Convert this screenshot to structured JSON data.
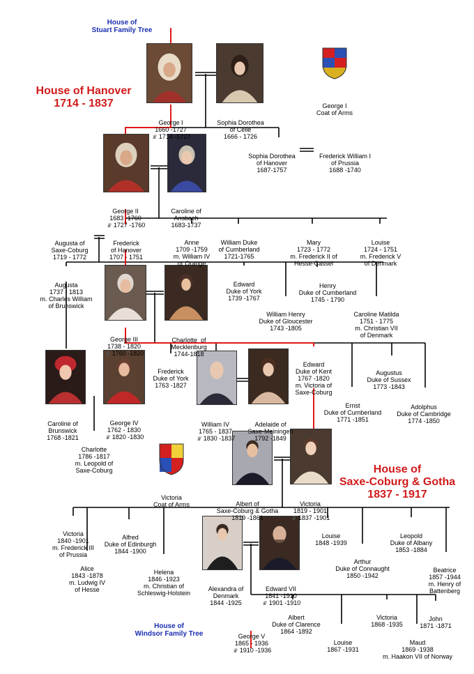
{
  "labels": {
    "stuart": [
      "House of",
      "Stuart Family Tree"
    ],
    "hanover": [
      "House of Hanover",
      "1714 - 1837"
    ],
    "saxe": [
      "House of",
      "Saxe-Coburg & Gotha",
      "1837 - 1917"
    ],
    "windsor": [
      "House of",
      "Windsor Family Tree"
    ]
  },
  "people": {
    "george1": [
      "George I",
      "1660 -1727",
      "1714 -1727"
    ],
    "sophia_celle": [
      "Sophia Dorothea",
      "of Celle",
      "1666 - 1726"
    ],
    "coa1": [
      "George I",
      "Coat of Arms"
    ],
    "sophia_hanover": [
      "Sophia Dorothea",
      "of Hanover",
      "1687-1757"
    ],
    "fw1": [
      "Frederick William I",
      "of Prussia",
      "1688 -1740"
    ],
    "george2": [
      "George II",
      "1683 -1760",
      "1727 -1760"
    ],
    "caroline_ansbach": [
      "Caroline of",
      "Ansbach",
      "1683-1737"
    ],
    "augusta_sc": [
      "Augusta of",
      "Saxe-Coburg",
      "1719 - 1772"
    ],
    "frederick_hanover": [
      "Frederick",
      "of Hanover",
      "1707 - 1751"
    ],
    "anne": [
      "Anne",
      "1709 -1759",
      "m. William IV",
      "or Orange"
    ],
    "william_cumberland": [
      "William Duke",
      "of Cumberland",
      "1721-1765"
    ],
    "mary": [
      "Mary",
      "1723 - 1772",
      "m. Frederick II of",
      "Hesse-Cassel"
    ],
    "louise1": [
      "Louise",
      "1724 - 1751",
      "m. Frederick V",
      "of Denmark"
    ],
    "augusta": [
      "Augusta",
      "1737 - 1813",
      "m. Charles William",
      "of Brunswick"
    ],
    "edward_york": [
      "Edward",
      "Duke of York",
      "1739 -1767"
    ],
    "henry_cumberland": [
      "Henry",
      "Duke of Cumberland",
      "1745 - 1790"
    ],
    "william_henry": [
      "William Henry",
      "Duke of Gloucester",
      "1743 -1805"
    ],
    "caroline_matilda": [
      "Caroline Matilda",
      "1751 - 1775",
      "m. Christian VII",
      "of Denmark"
    ],
    "george3": [
      "George III",
      "1738 - 1820",
      "1760 -1820"
    ],
    "charlotte_meck": [
      "Charlotte  of",
      "Mecklenburg",
      "1744-1818"
    ],
    "frederick_york": [
      "Frederick",
      "Duke of York",
      "1763 -1827"
    ],
    "edward_kent": [
      "Edward",
      "Duke of Kent",
      "1767 -1820",
      "m. Victoria of",
      "Saxe-Coburg"
    ],
    "augustus": [
      "Augustus",
      "Duke of Sussex",
      "1773 -1843"
    ],
    "ernst": [
      "Ernst",
      "Duke of Cumberland",
      "1771 -1851"
    ],
    "adolphus": [
      "Adolphus",
      "Duke of Cambridge",
      "1774 -1850"
    ],
    "caroline_brunswick": [
      "Caroline of",
      "Brunswick",
      "1768 -1821"
    ],
    "george4": [
      "George IV",
      "1762 - 1830",
      "1820 -1830"
    ],
    "charlotte": [
      "Charlotte",
      "1786 -1817",
      "m. Leopold of",
      "Saxe-Coburg"
    ],
    "william4": [
      "William IV",
      "1765 - 1837",
      "1830 -1837"
    ],
    "adelaide": [
      "Adelaide of",
      "Saxe-Meiningen",
      "1792 -1849"
    ],
    "victoria_coa": [
      "Victoria",
      "Coat of Arms"
    ],
    "albert": [
      "Albert of",
      "Saxe-Coburg & Gotha",
      "1819 -1861"
    ],
    "victoria": [
      "Victoria",
      "1819 - 1901",
      "1837 -1901"
    ],
    "victoria_pr": [
      "Victoria",
      "1840 -1901",
      "m. Frederick III",
      "of Prussia"
    ],
    "alfred": [
      "Alfred",
      "Duke of Edinburgh",
      "1844 -1900"
    ],
    "alice": [
      "Alice",
      "1843 -1878",
      "m. Ludwig IV",
      "of Hesse"
    ],
    "helena": [
      "Helena",
      "1846 -1923",
      "m. Christian of",
      "Schleswig-Holstein"
    ],
    "louise2": [
      "Louise",
      "1848 -1939"
    ],
    "leopold": [
      "Leopold",
      "Duke of Albany",
      "1853 -1884"
    ],
    "arthur": [
      "Arthur",
      "Duke of Connaught",
      "1850 -1942"
    ],
    "beatrice": [
      "Beatrice",
      "1857 -1944",
      "m. Henry of",
      "Battenberg"
    ],
    "alexandra": [
      "Alexandra of",
      "Denmark",
      "1844 -1925"
    ],
    "edward7": [
      "Edward VII",
      "1841 -1910",
      "1901 -1910"
    ],
    "albert_clarence": [
      "Albert",
      "Duke of Clarence",
      "1864 -1892"
    ],
    "victoria2": [
      "Victoria",
      "1868 -1935"
    ],
    "john": [
      "John",
      "1871 -1871"
    ],
    "louise3": [
      "Louise",
      "1867 -1931"
    ],
    "maud": [
      "Maud",
      "1869 -1938",
      "m. Haakon VII of Norway"
    ],
    "george5": [
      "George V",
      "1865 - 1936",
      "1910 -1936"
    ]
  },
  "colors": {
    "royal_line": "#e01818",
    "family_line": "#000000",
    "house_title": "#d11a1a",
    "tree_link": "#1a2fb0"
  }
}
